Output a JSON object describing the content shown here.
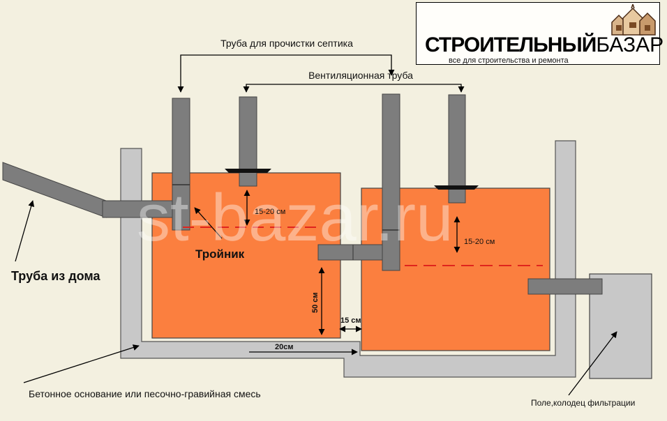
{
  "labels": {
    "cleaning_pipe": "Труба для прочистки септика",
    "ventilation_pipe": "Вентиляционная труба",
    "pipe_from_house": "Труба из дома",
    "tee": "Тройник",
    "depth_left": "15-20 см",
    "depth_right": "15-20 см",
    "height_50": "50 см",
    "gap_15": "15 см",
    "bottom_20": "20см",
    "base": "Бетонное основание или песочно-гравийная смесь",
    "filtration": "Поле,колодец фильтрации",
    "watermark": "st-bazar.ru"
  },
  "logo": {
    "brand_bold": "СТРОИТЕЛЬНЫЙ",
    "brand_thin": "БАЗАР",
    "tagline": "все для строительства и ремонта"
  },
  "colors": {
    "background": "#f3f0e0",
    "tank_fill": "#fb7f3f",
    "concrete": "#c8c8c8",
    "pipe": "#7d7d7d",
    "water_line": "#e0241d"
  }
}
